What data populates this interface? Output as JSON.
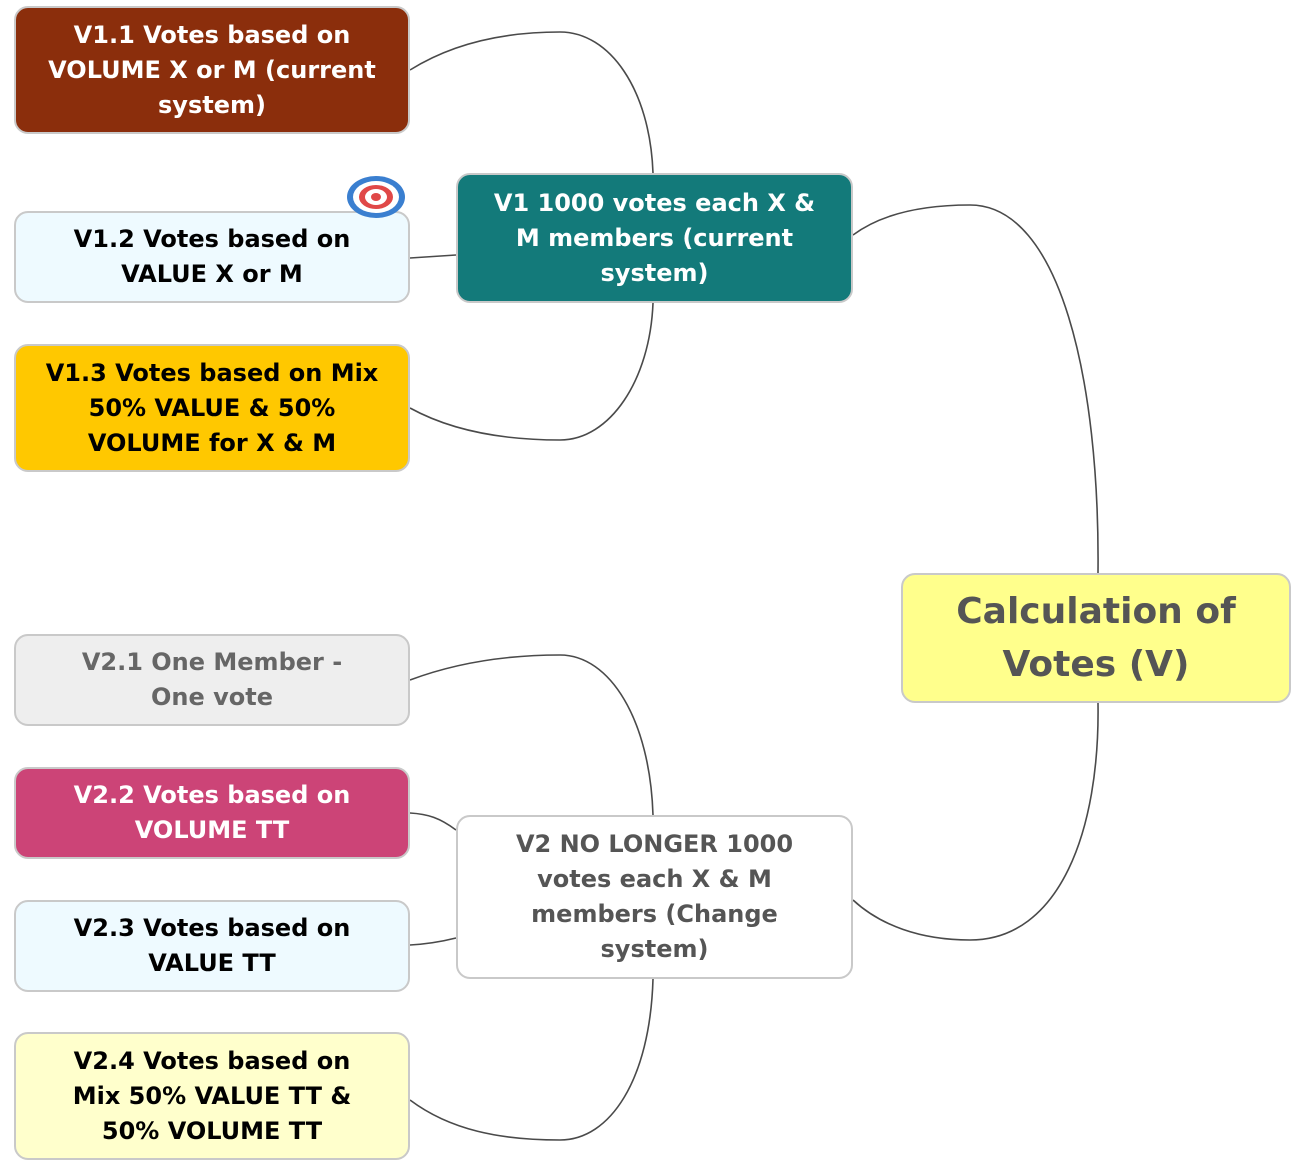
{
  "colors": {
    "v11_fill": "#8b2e0c",
    "v12_fill": "#eefaff",
    "v13_fill": "#ffc800",
    "v1_fill": "#137a7a",
    "root_fill": "#ffff8c",
    "v21_fill": "#eeeeee",
    "v22_fill": "#cc4477",
    "v23_fill": "#eefaff",
    "v24_fill": "#ffffcc",
    "v2_fill": "#ffffff",
    "connector": "#4a4a4a"
  },
  "nodes": {
    "root": {
      "label": "Calculation of\nVotes (V)",
      "text_color": "#555555"
    },
    "v1": {
      "label": "V1  1000 votes each X &\nM members (current\nsystem)",
      "text_color": "#ffffff"
    },
    "v11": {
      "label": "V1.1   Votes based on\nVOLUME X or M (current\nsystem)",
      "text_color": "#ffffff"
    },
    "v12": {
      "label": "V1.2 Votes based on\nVALUE X or M",
      "text_color": "#000000"
    },
    "v13": {
      "label": "V1.3 Votes based on Mix\n50% VALUE & 50%\nVOLUME for X & M",
      "text_color": "#000000"
    },
    "v2": {
      "label": "V2 NO LONGER 1000\nvotes each X & M\nmembers (Change\nsystem)",
      "text_color": "#555555"
    },
    "v21": {
      "label": "V2.1   One Member -\nOne vote",
      "text_color": "#666666"
    },
    "v22": {
      "label": "V2.2 Votes based on\nVOLUME TT",
      "text_color": "#ffffff"
    },
    "v23": {
      "label": "V2.3  Votes   based on\nVALUE TT",
      "text_color": "#000000"
    },
    "v24": {
      "label": "V2.4   Votes based on\nMix 50% VALUE TT &\n50% VOLUME TT",
      "text_color": "#000000"
    }
  },
  "icons": {
    "v12_marker": "target-icon"
  }
}
